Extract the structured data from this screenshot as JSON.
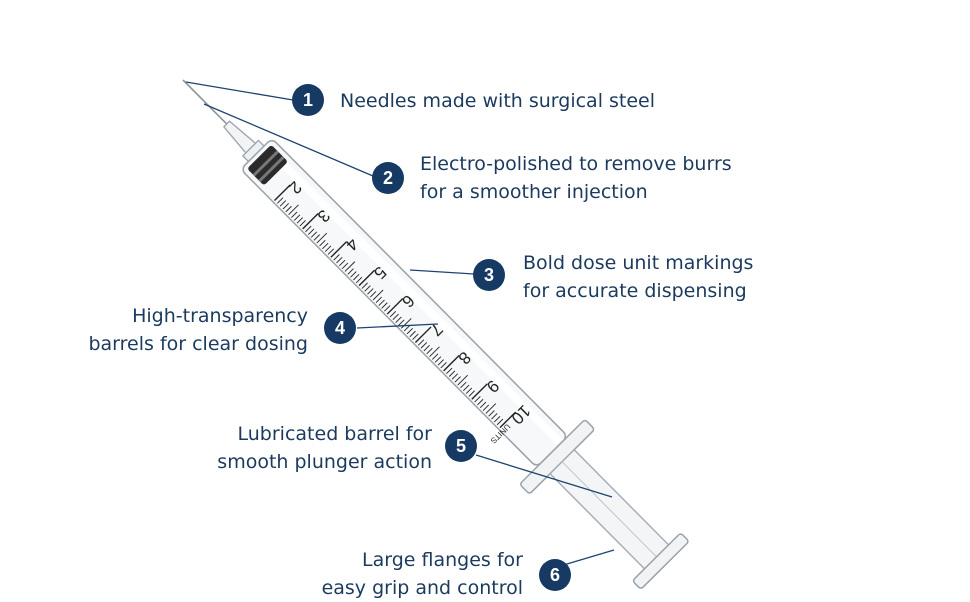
{
  "colors": {
    "badge": "#163a63",
    "text": "#1b3a5e",
    "leader_line": "#1f4370",
    "barrel_outline": "#9aa2aa",
    "scale_ink": "#222222"
  },
  "callouts": [
    {
      "number": "1",
      "lines": [
        "Needles made with surgical steel"
      ]
    },
    {
      "number": "2",
      "lines": [
        "Electro-polished to remove burrs",
        "for a smoother injection"
      ]
    },
    {
      "number": "3",
      "lines": [
        "Bold dose unit markings",
        "for accurate dispensing"
      ]
    },
    {
      "number": "4",
      "lines": [
        "High-transparency",
        "barrels for clear dosing"
      ]
    },
    {
      "number": "5",
      "lines": [
        "Lubricated barrel for",
        "smooth plunger action"
      ]
    },
    {
      "number": "6",
      "lines": [
        "Large flanges for",
        "easy grip and control"
      ]
    }
  ],
  "syringe": {
    "scale_numbers": [
      "2",
      "3",
      "4",
      "5",
      "6",
      "7",
      "8",
      "9",
      "10"
    ],
    "unit_label": "UNITS"
  }
}
